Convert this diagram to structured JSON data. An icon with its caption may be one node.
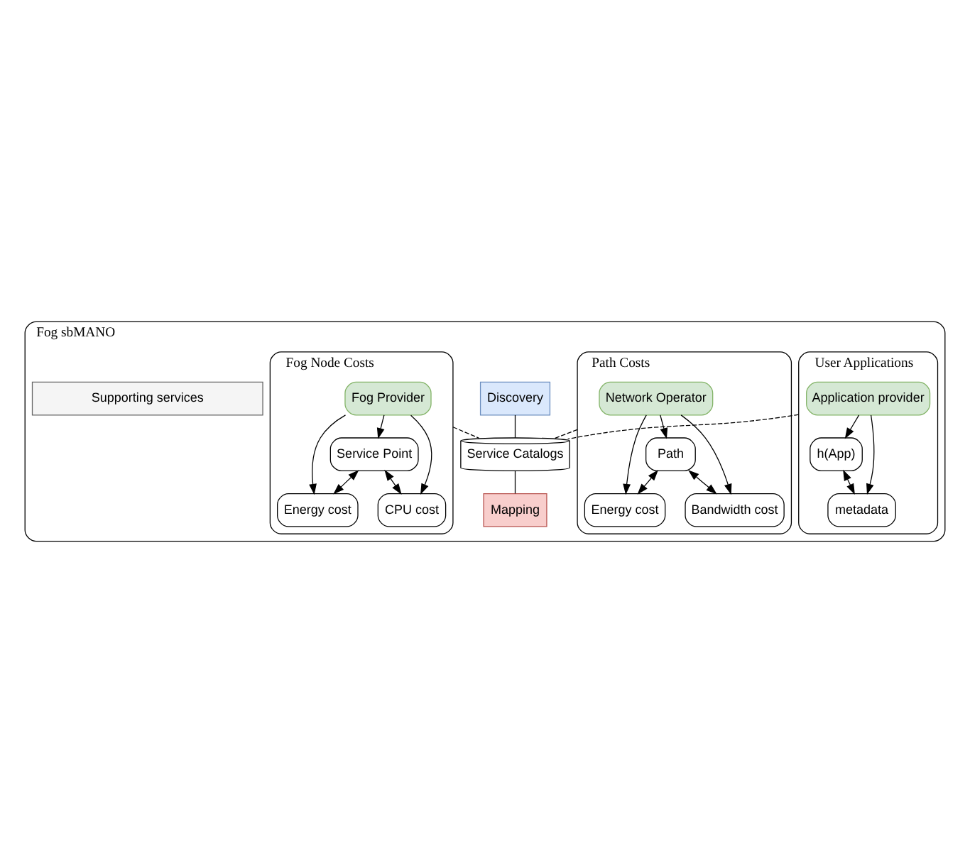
{
  "diagram": {
    "nodes": [
      {
        "text": [
          "Fog sbMANO"
        ]
      },
      {
        "text": [
          "User Applications"
        ],
        "in": 0
      },
      {
        "text": [
          "Application provider"
        ],
        "in": 1
      },
      {
        "text": [
          "h(App)"
        ],
        "in": 1
      },
      {
        "text": [
          "metadata"
        ],
        "in": 1
      },
      {
        "text": [
          "Path Costs"
        ],
        "in": 0
      },
      {
        "text": [
          "Network Operator"
        ],
        "in": 5
      },
      {
        "text": [
          "Energy cost"
        ],
        "in": 5
      },
      {
        "text": [
          "Path"
        ],
        "in": 5
      },
      {
        "text": [
          "Bandwidth cost"
        ],
        "in": 5
      },
      {
        "text": [
          "Fog Node Costs"
        ],
        "in": 0
      },
      {
        "text": [
          "Fog Provider"
        ],
        "in": 10
      },
      {
        "text": [
          "Energy cost"
        ],
        "in": 10
      },
      {
        "text": [
          "Service Point"
        ],
        "in": 10
      },
      {
        "text": [
          "CPU cost"
        ],
        "in": 10
      },
      {
        "text": [
          "Service Catalogs"
        ],
        "in": 0
      },
      {
        "text": [
          "Discovery"
        ],
        "in": 0
      },
      {
        "text": [
          "Mapping"
        ],
        "in": 0
      },
      {
        "text": [
          "Supporting services"
        ],
        "in": 0
      }
    ],
    "edges": [
      {
        "from": 2,
        "to": 3,
        "arrow": "to"
      },
      {
        "from": 2,
        "to": 4,
        "arrow": "to"
      },
      {
        "from": 3,
        "to": 4,
        "arrow": "both"
      },
      {
        "from": 6,
        "to": 8,
        "arrow": "to"
      },
      {
        "from": 6,
        "to": 7,
        "arrow": "to"
      },
      {
        "from": 6,
        "to": 9,
        "arrow": "to"
      },
      {
        "from": 8,
        "to": 7,
        "arrow": "both"
      },
      {
        "from": 8,
        "to": 9,
        "arrow": "both"
      },
      {
        "from": 11,
        "to": 13,
        "arrow": "to"
      },
      {
        "from": 11,
        "to": 12,
        "arrow": "to"
      },
      {
        "from": 11,
        "to": 14,
        "arrow": "to"
      },
      {
        "from": 13,
        "to": 12,
        "arrow": "both"
      },
      {
        "from": 13,
        "to": 14,
        "arrow": "both"
      },
      {
        "from": 1,
        "to": 15,
        "arrow": "none",
        "style": "dashed"
      },
      {
        "from": 5,
        "to": 15,
        "arrow": "none",
        "style": "dashed"
      },
      {
        "from": 10,
        "to": 15,
        "arrow": "none",
        "style": "dashed"
      },
      {
        "from": 16,
        "to": 15,
        "arrow": "none"
      },
      {
        "from": 15,
        "to": 17,
        "arrow": "none"
      }
    ]
  }
}
